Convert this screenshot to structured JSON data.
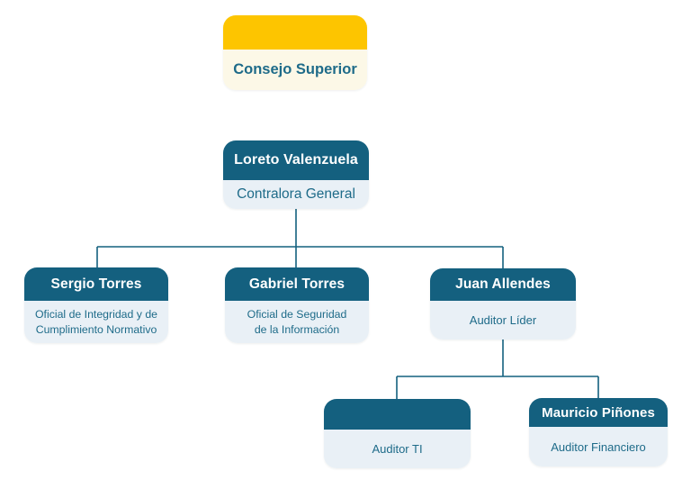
{
  "colors": {
    "background": "#FFFFFF",
    "teal": "#14607F",
    "yellow": "#FDC500",
    "cream_body": "#FCF8E7",
    "blue_body": "#E9F0F6",
    "text_teal": "#1E6B89",
    "name_text": "#FFFFFF",
    "connector": "#14607F"
  },
  "org": {
    "name": "",
    "role": "Consejo Superior",
    "children": [
      {
        "name": "Loreto Valenzuela",
        "role": "Contralora General",
        "children": [
          {
            "name": "Sergio Torres",
            "role": "Oficial de Integridad y de Cumplimiento Normativo"
          },
          {
            "name": "Gabriel Torres",
            "role": "Oficial de Seguridad de la Información"
          },
          {
            "name": "Juan Allendes",
            "role": "Auditor Líder",
            "children": [
              {
                "name": "",
                "role": "Auditor TI"
              },
              {
                "name": "Mauricio Piñones",
                "role": "Auditor Financiero"
              }
            ]
          }
        ]
      }
    ]
  }
}
